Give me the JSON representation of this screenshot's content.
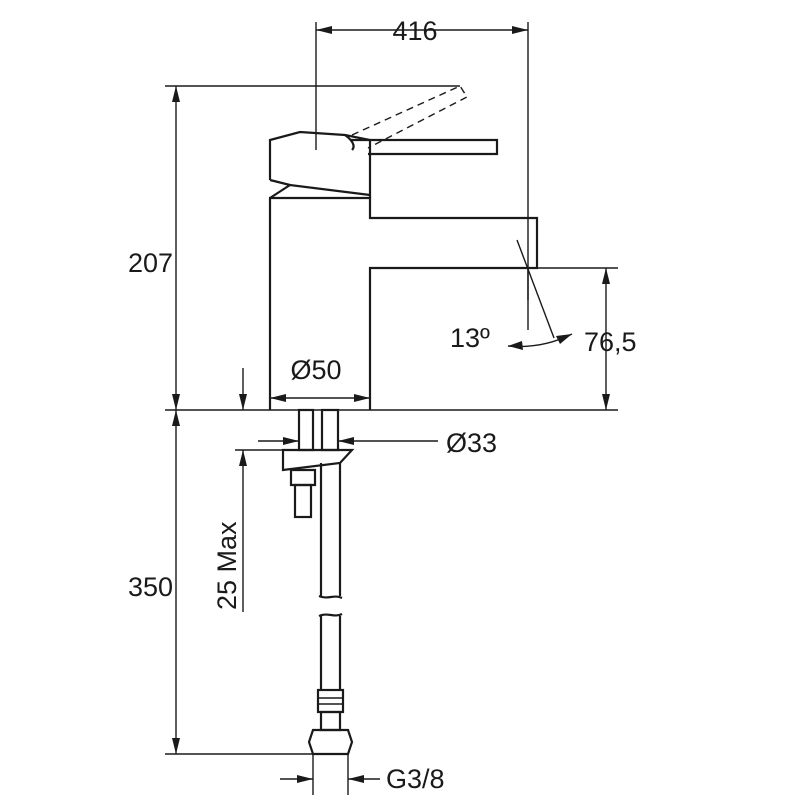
{
  "dimensions": {
    "overall_reach": "416",
    "total_height": "207",
    "spout_height": "76,5",
    "spout_angle": "13º",
    "base_diameter": "Ø50",
    "hole_diameter": "Ø33",
    "deck_thickness": "25 Max",
    "hose_length": "350",
    "connection_thread": "G3/8"
  }
}
